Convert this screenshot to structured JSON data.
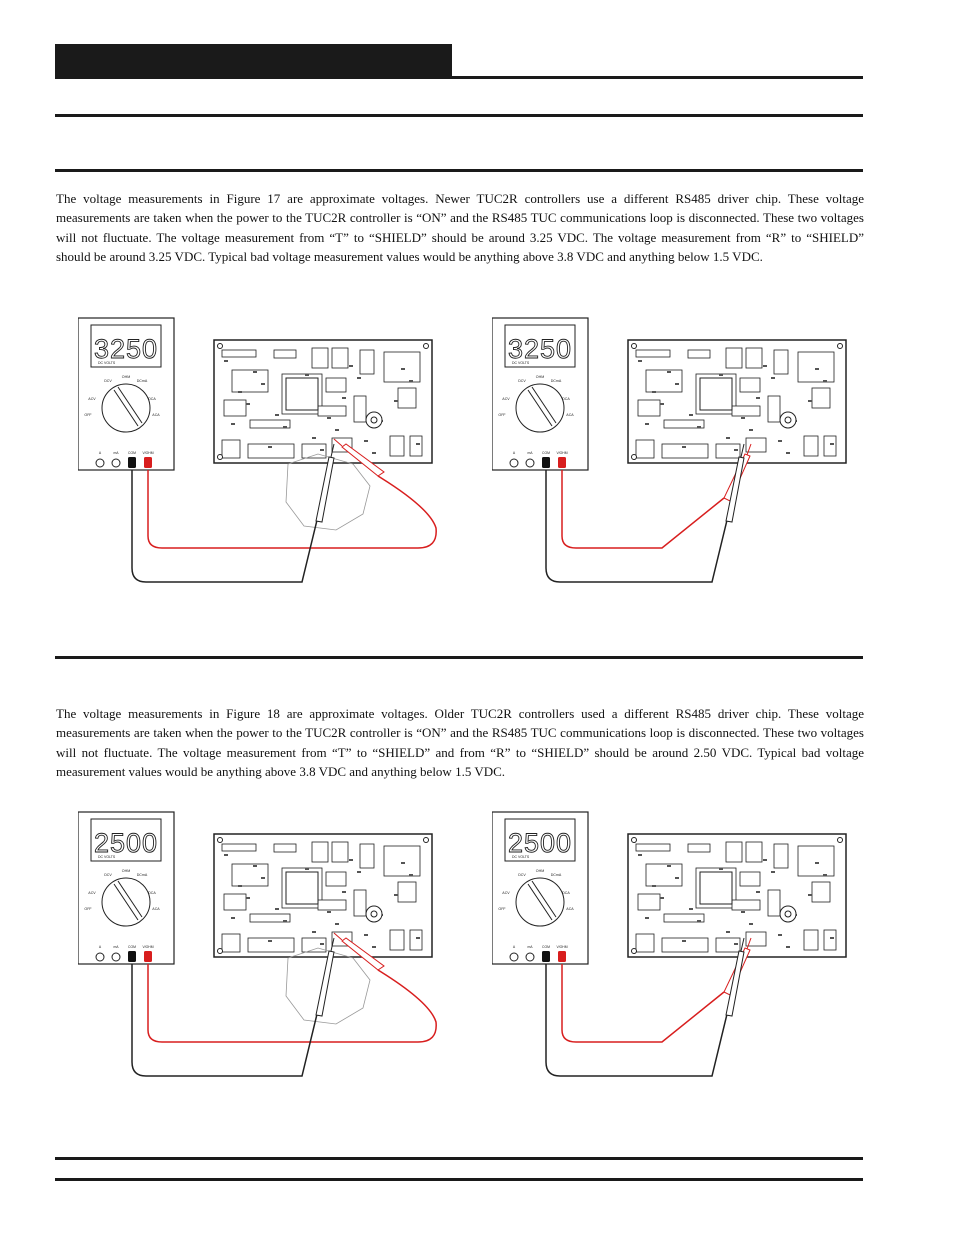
{
  "paragraph_1": "The voltage measurements in Figure 17 are approximate voltages. Newer TUC2R controllers use a different RS485 driver chip. These voltage measurements are taken when the power to the TUC2R controller is “ON” and the RS485 TUC communications loop is disconnected. These two voltages will not fluctuate. The voltage measurement from “T” to “SHIELD” should be around 3.25 VDC. The voltage measurement from “R” to “SHIELD” should be around 3.25 VDC. Typical bad voltage measurement values would be anything above 3.8 VDC and anything below 1.5 VDC.",
  "paragraph_2": "The voltage measurements in Figure 18 are approximate voltages. Older TUC2R controllers used a different RS485 driver chip. These voltage measurements are taken when the power to the TUC2R controller is “ON” and the RS485 TUC communications loop is disconnected. These two voltages will not fluctuate. The voltage measurement from “T” to “SHIELD” and from “R” to “SHIELD” should be around 2.50 VDC. Typical bad voltage measurement values would be anything above 3.8 VDC and anything below 1.5 VDC.",
  "meters": {
    "fig17_left": "3250",
    "fig17_right": "3250",
    "fig18_left": "2500",
    "fig18_right": "2500"
  },
  "meter_labels": {
    "range": "DC VOLTS",
    "dcv": "DCV",
    "acv": "ACV",
    "off": "OFF",
    "ohm": "OHM",
    "dcma": "DCmA",
    "dca": "DCA",
    "aca": "ACA",
    "a": "A",
    "ma": "mA",
    "com": "COM",
    "vohm": "V/OHM"
  },
  "colors": {
    "red_lead": "#d81e1e",
    "black_lead": "#222222",
    "rules": "#1a1a1a"
  },
  "icons": [
    "multimeter-icon",
    "circuit-board-icon",
    "probe-icon"
  ]
}
